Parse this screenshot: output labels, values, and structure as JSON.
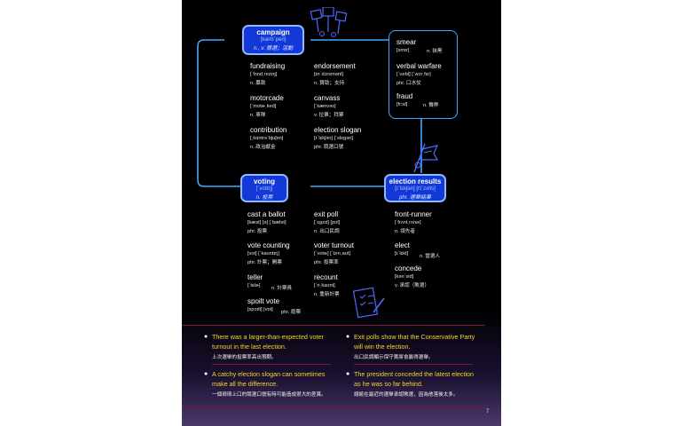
{
  "campaign": {
    "title": "campaign",
    "phon": "[kæmˋpen]",
    "meaning": "n., v. 競選；活動"
  },
  "voting": {
    "title": "voting",
    "phon": "[ˋvotɪŋ]",
    "meaning": "n. 投票"
  },
  "results": {
    "title": "election results",
    "phon": "[ɪˋlɛkʃən] [rɪˋzʌlts]",
    "meaning": "phr. 選舉結果"
  },
  "campaign_words": [
    {
      "w": "fundraising",
      "p": "[ˋfʌnd͵rezɪŋ]",
      "m": "n. 募款"
    },
    {
      "w": "endorsement",
      "p": "[ɪnˋdɔrsmənt]",
      "m": "n. 贊助；支持"
    },
    {
      "w": "motorcade",
      "p": "[ˋmotɚ͵ked]",
      "m": "n. 車隊"
    },
    {
      "w": "canvass",
      "p": "[ˋkænvəs]",
      "m": "v. 拉票；拜票"
    },
    {
      "w": "contribution",
      "p": "[͵kɑntrəˋbjuʃən]",
      "m": "n. 政治獻金"
    },
    {
      "w": "election slogan",
      "p": "[ɪˋlɛkʃən] [ˋslogən]",
      "m": "phr. 競選口號"
    }
  ],
  "smear_words": [
    {
      "w": "smear",
      "p": "[smɪr]",
      "m": "n. 抹黑"
    },
    {
      "w": "verbal warfare",
      "p": "[ˋvɝbḷ] [ˋwɔr͵fɛr]",
      "m": "phr. 口水仗"
    },
    {
      "w": "fraud",
      "p": "[frɔd]",
      "m": "n. 舞弊"
    }
  ],
  "voting_words": [
    {
      "w": "cast a ballot",
      "p": "[kæst] [ə] [ˋbælət]",
      "m": "phr. 投票"
    },
    {
      "w": "exit poll",
      "p": "[ˋɛgzɪt] [pol]",
      "m": "n. 出口民調"
    },
    {
      "w": "vote counting",
      "p": "[vot] [ˋkaʊntɪŋ]",
      "m": "phr. 計票；開票"
    },
    {
      "w": "voter turnout",
      "p": "[ˋvotɚ] [ˋtɝn͵aʊt]",
      "m": "phr. 投票率"
    },
    {
      "w": "teller",
      "p": "[ˋtɛlɚ]",
      "m": "n. 計票員"
    },
    {
      "w": "recount",
      "p": "[ˋri͵kaʊnt]",
      "m": "n. 重新計票"
    },
    {
      "w": "spoilt vote",
      "p": "[spɔɪlt] [vot]",
      "m": "phr. 廢票"
    }
  ],
  "result_words": [
    {
      "w": "front-runner",
      "p": "[ˋfrʌnt͵rʌnɚ]",
      "m": "n. 領先者"
    },
    {
      "w": "elect",
      "p": "[ɪˋlɛkt]",
      "m": "n. 當選人"
    },
    {
      "w": "concede",
      "p": "[kənˋsid]",
      "m": "v. 承認（敗選）"
    }
  ],
  "examples": [
    {
      "en": "There was a larger-than-expected voter turnout in the last election.",
      "zh": "上次選舉的投票率高出預期。"
    },
    {
      "en": "Exit polls show that the Conservative Party will win the election.",
      "zh": "出口民調顯示保守黨將會贏得選舉。"
    },
    {
      "en": "A catchy election slogan can sometimes make all the difference.",
      "zh": "一個琅琅上口的競選口號有時可能造成很大的差異。"
    },
    {
      "en": "The president conceded the latest election as he was so far behind.",
      "zh": "總統在最近的選舉承認敗選，因為他落後太多。"
    }
  ],
  "page_number": "7",
  "colors": {
    "pill": "#1238d8",
    "line": "#3fa8ff",
    "example_text": "#f2d72a"
  },
  "icons": [
    "protest-signs-icon",
    "flag-icon",
    "ballot-checklist-icon"
  ]
}
